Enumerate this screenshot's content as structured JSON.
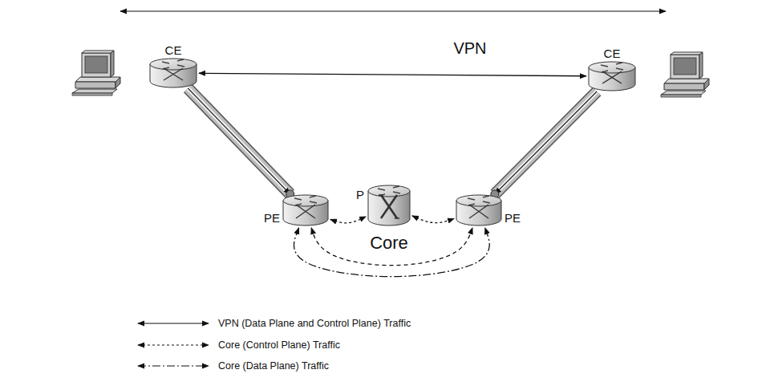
{
  "diagram": {
    "nodes": [
      {
        "text": [
          "VPN"
        ]
      },
      {
        "text": [
          "CE"
        ],
        "in": 0
      },
      {
        "text": [
          "CE"
        ],
        "in": 0
      },
      {
        "text": [
          "Core"
        ]
      },
      {
        "text": [
          "PE"
        ],
        "in": 3
      },
      {
        "text": [
          "P"
        ],
        "in": 3
      },
      {
        "text": [
          "PE"
        ],
        "in": 3
      }
    ],
    "edges": [
      {
        "from": 1,
        "to": 2,
        "arrow": "both"
      },
      {
        "from": 1,
        "to": 4,
        "arrow": "to"
      },
      {
        "from": 2,
        "to": 6,
        "arrow": "to"
      },
      {
        "from": 4,
        "to": 5,
        "arrow": "both"
      },
      {
        "from": 5,
        "to": 6,
        "arrow": "both"
      },
      {
        "from": 4,
        "to": 6,
        "arrow": "both"
      },
      {
        "from": 4,
        "to": 6,
        "arrow": "both"
      }
    ],
    "legend": [
      {
        "text": "VPN (Data Plane and Control Plane) Traffic"
      },
      {
        "text": "Core (Control Plane) Traffic"
      },
      {
        "text": "Core (Data Plane) Traffic"
      }
    ]
  }
}
